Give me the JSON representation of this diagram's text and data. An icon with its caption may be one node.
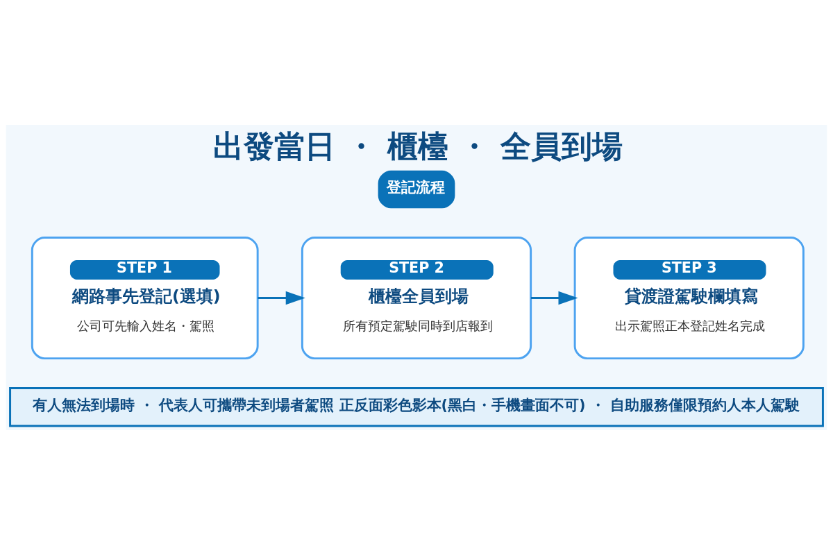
{
  "diagram": {
    "title": "出發當日 ・ 櫃檯 ・ 全員到場",
    "nodes": [
      {
        "text": [
          "STEP 1",
          "網路事先登記(選填)",
          "公司可先輸入姓名・駕照"
        ]
      },
      {
        "text": [
          "STEP 2",
          "櫃檯全員到場",
          "所有預定駕駛同時到店報到"
        ]
      },
      {
        "text": [
          "STEP 3",
          "貸渡證駕駛欄填寫",
          "出示駕照正本登記姓名完成"
        ]
      }
    ],
    "edges": [
      {
        "from": 0,
        "to": 1,
        "arrow": "to"
      },
      {
        "from": 1,
        "to": 2,
        "arrow": "to"
      }
    ],
    "labels": [
      "登記流程",
      "有人無法到場時 ・ 代表人可攜帶未到場者駕照 正反面彩色影本(黑白・手機畫面不可) ・ 自助服務僅限預約人本人駕駛"
    ]
  }
}
